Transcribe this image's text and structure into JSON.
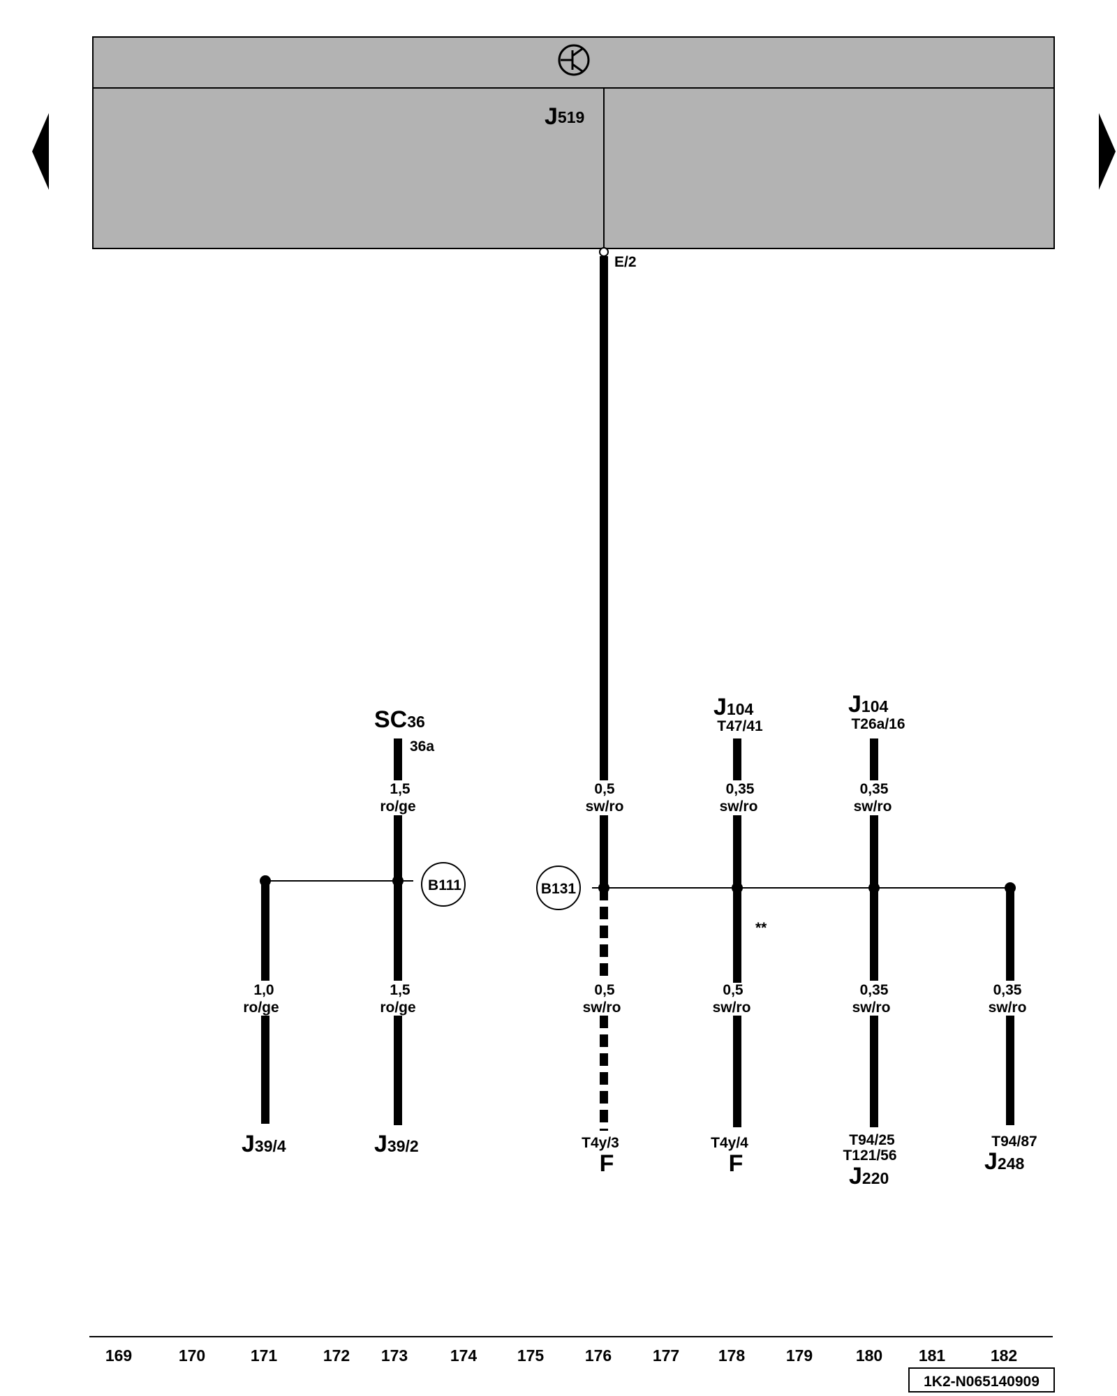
{
  "control_unit": {
    "name_main": "J",
    "name_sub": "519",
    "pin": "E/2",
    "symbol_icon": "transistor-icon"
  },
  "wires": {
    "sc_above": {
      "size": "1,5",
      "color": "ro/ge"
    },
    "j519_above": {
      "size": "0,5",
      "color": "sw/ro"
    },
    "j104a_above": {
      "size": "0,35",
      "color": "sw/ro"
    },
    "j104b_above": {
      "size": "0,35",
      "color": "sw/ro"
    },
    "j39_4": {
      "size": "1,0",
      "color": "ro/ge"
    },
    "j39_2": {
      "size": "1,5",
      "color": "ro/ge"
    },
    "f_t4y3": {
      "size": "0,5",
      "color": "sw/ro"
    },
    "f_t4y4": {
      "size": "0,5",
      "color": "sw/ro"
    },
    "j220": {
      "size": "0,35",
      "color": "sw/ro"
    },
    "j248": {
      "size": "0,35",
      "color": "sw/ro"
    }
  },
  "connections": {
    "sc": {
      "main": "SC",
      "sub": "36",
      "pin": "36a"
    },
    "j104a": {
      "main": "J",
      "sub": "104",
      "pin": "T47/41"
    },
    "j104b": {
      "main": "J",
      "sub": "104",
      "pin": "T26a/16"
    },
    "j39_4": {
      "main": "J",
      "sub": "39/4"
    },
    "j39_2": {
      "main": "J",
      "sub": "39/2"
    },
    "f_t4y3": {
      "pin": "T4y/3",
      "main": "F"
    },
    "f_t4y4": {
      "pin": "T4y/4",
      "main": "F"
    },
    "j220": {
      "pin1": "T94/25",
      "pin2": "T121/56",
      "main": "J",
      "sub": "220"
    },
    "j248": {
      "pin": "T94/87",
      "main": "J",
      "sub": "248"
    }
  },
  "splices": {
    "b111": "B111",
    "b131": "B131"
  },
  "note": "**",
  "scale": [
    "169",
    "170",
    "171",
    "172",
    "173",
    "174",
    "175",
    "176",
    "177",
    "178",
    "179",
    "180",
    "181",
    "182"
  ],
  "diagram_id": "1K2-N065140909",
  "nav": {
    "prev_icon": "triangle-left-icon",
    "next_icon": "triangle-right-icon"
  },
  "colors": {
    "component_fill": "#b3b3b3",
    "ink": "#000000"
  }
}
